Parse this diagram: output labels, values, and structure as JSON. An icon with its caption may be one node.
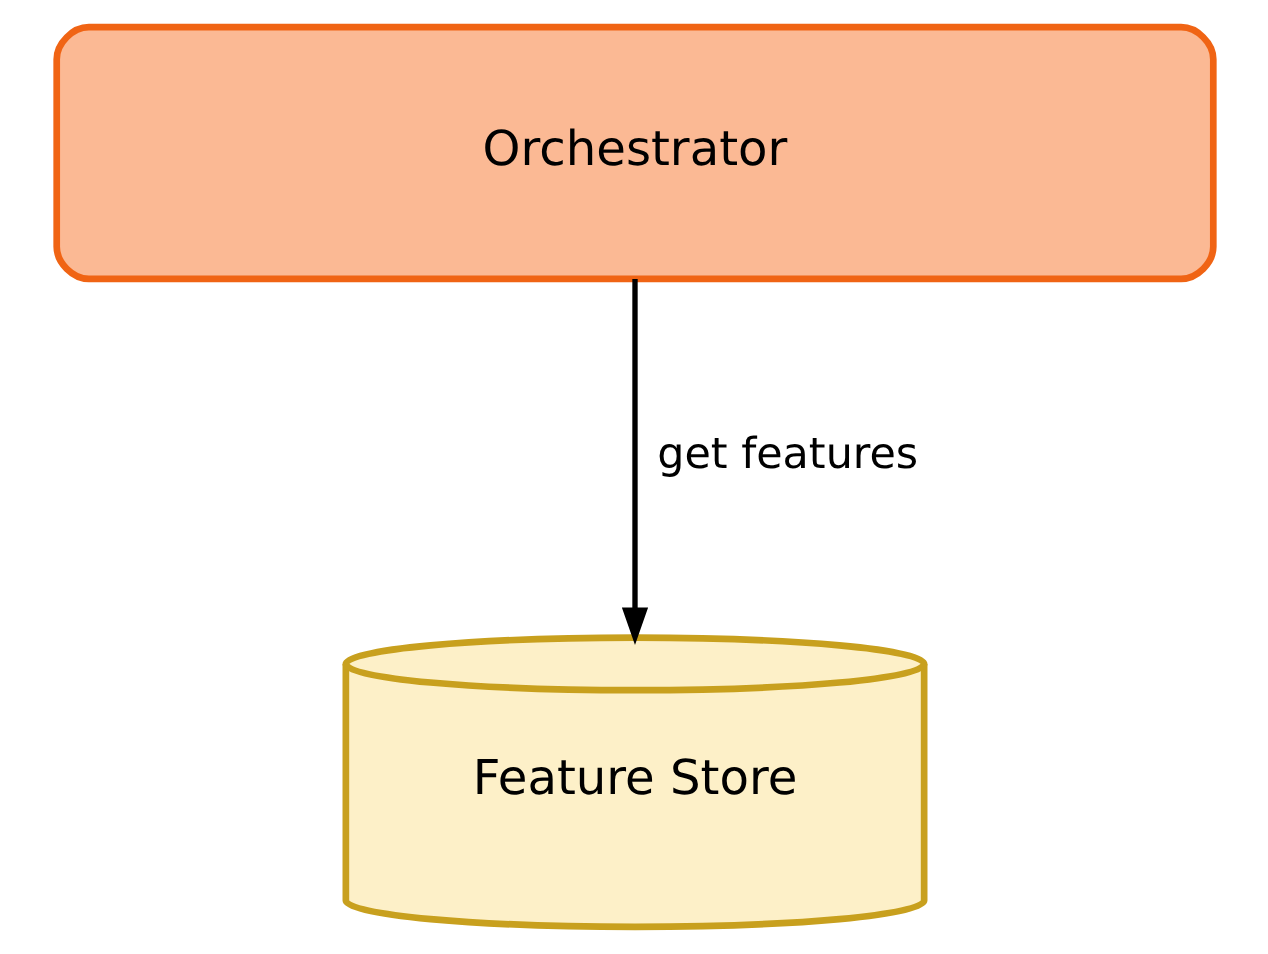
{
  "diagram": {
    "nodes": [
      {
        "text": [
          "Orchestrator"
        ]
      },
      {
        "text": [
          "Feature Store"
        ]
      }
    ],
    "edges": [
      {
        "from": 0,
        "to": 1,
        "arrow": "to",
        "label": "get features"
      }
    ]
  }
}
